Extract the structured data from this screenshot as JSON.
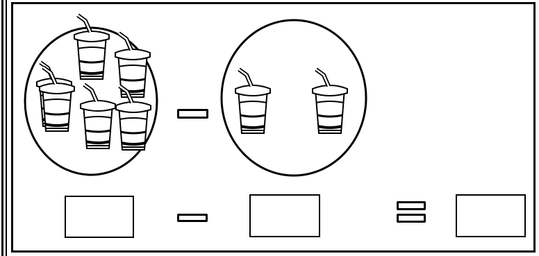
{
  "worksheet": {
    "group_left": {
      "cup_count": 6
    },
    "group_right": {
      "cup_count": 2
    },
    "operator_picture": "minus",
    "equation": {
      "operator_1": "minus",
      "operator_2": "equals",
      "answer_boxes": 3
    },
    "icons": {
      "cup": "cup-with-straw-icon"
    },
    "colors": {
      "ink": "#000000",
      "paper": "#ffffff"
    }
  }
}
